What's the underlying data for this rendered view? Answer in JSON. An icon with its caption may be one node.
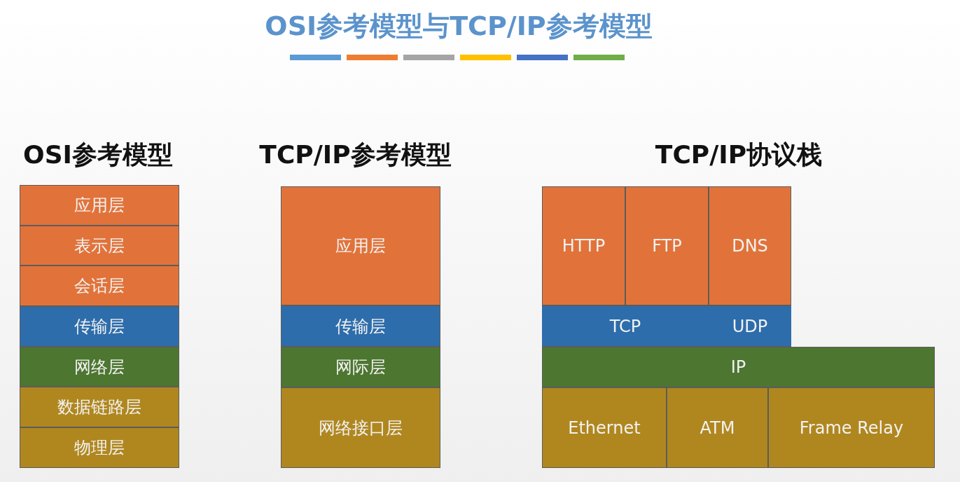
{
  "diagram": {
    "title": "OSI参考模型与TCP/IP参考模型",
    "nodes": [
      {
        "text": [
          "OSI参考模型"
        ]
      },
      {
        "text": [
          "应用层"
        ],
        "in": 0
      },
      {
        "text": [
          "表示层"
        ],
        "in": 0
      },
      {
        "text": [
          "会话层"
        ],
        "in": 0
      },
      {
        "text": [
          "传输层"
        ],
        "in": 0
      },
      {
        "text": [
          "网络层"
        ],
        "in": 0
      },
      {
        "text": [
          "数据链路层"
        ],
        "in": 0
      },
      {
        "text": [
          "物理层"
        ],
        "in": 0
      },
      {
        "text": [
          "TCP/IP参考模型"
        ]
      },
      {
        "text": [
          "应用层"
        ],
        "in": 8
      },
      {
        "text": [
          "传输层"
        ],
        "in": 8
      },
      {
        "text": [
          "网际层"
        ],
        "in": 8
      },
      {
        "text": [
          "网络接口层"
        ],
        "in": 8
      },
      {
        "text": [
          "TCP/IP协议栈"
        ]
      },
      {
        "text": [
          "HTTP"
        ],
        "in": 13
      },
      {
        "text": [
          "FTP"
        ],
        "in": 13
      },
      {
        "text": [
          "DNS"
        ],
        "in": 13
      },
      {
        "text": [
          "TCP"
        ],
        "in": 13
      },
      {
        "text": [
          "UDP"
        ],
        "in": 13
      },
      {
        "text": [
          "IP"
        ],
        "in": 13
      },
      {
        "text": [
          "Ethernet"
        ],
        "in": 13
      },
      {
        "text": [
          "ATM"
        ],
        "in": 13
      },
      {
        "text": [
          "Frame Relay"
        ],
        "in": 13
      }
    ]
  }
}
